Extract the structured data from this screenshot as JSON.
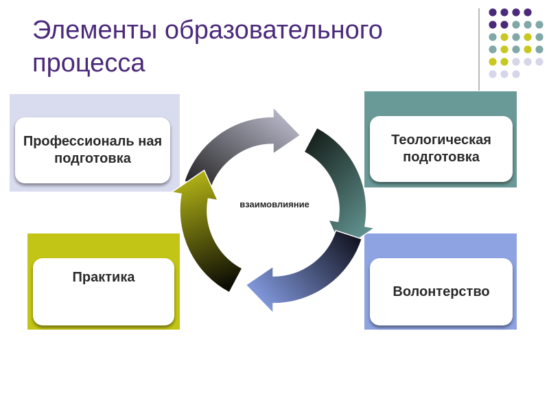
{
  "slide": {
    "title": "Элементы образовательного процесса",
    "center_label": "взаимовлияние"
  },
  "nodes": [
    {
      "id": "professional",
      "label": "Профессиональ ная подготовка",
      "panel_color": "#d9dbef"
    },
    {
      "id": "theological",
      "label": "Теологическая подготовка",
      "panel_color": "#6a9a97"
    },
    {
      "id": "practice",
      "label": "Практика",
      "panel_color": "#c3c516"
    },
    {
      "id": "volunteering",
      "label": "Волонтерство",
      "panel_color": "#8ea3e2"
    }
  ],
  "palette": {
    "title": "#4b2a7a",
    "dot_purple": "#4b2a7a",
    "dot_teal": "#7fa8a6",
    "dot_yellow": "#c8c820",
    "dot_lavender": "#d5d6ea"
  }
}
